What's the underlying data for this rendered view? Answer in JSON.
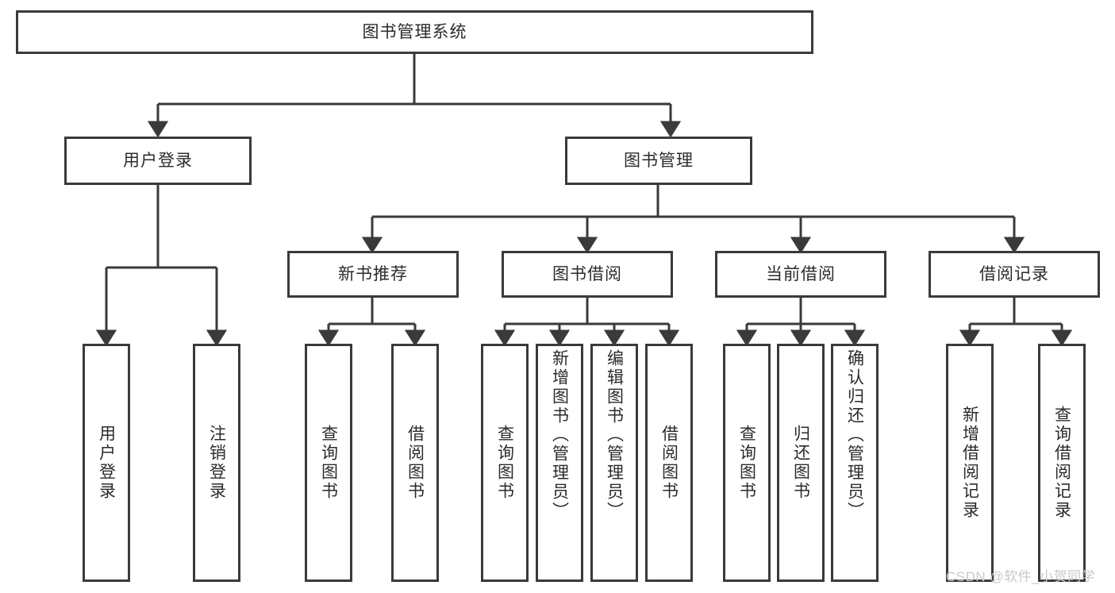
{
  "diagram": {
    "type": "tree-hierarchy-chart",
    "title": "图书管理系统",
    "style": {
      "background": "#ffffff",
      "box_border": "#3a3a3a",
      "box_fill": "#ffffff",
      "text_color": "#2b2b2b",
      "connector_color": "#3a3a3a",
      "watermark_color": "#c9c9c9"
    },
    "root": {
      "id": "root",
      "label": "图书管理系统"
    },
    "level2": [
      {
        "id": "user-login",
        "label": "用户登录"
      },
      {
        "id": "book-manage",
        "label": "图书管理"
      }
    ],
    "level3": [
      {
        "id": "new-book-rec",
        "label": "新书推荐",
        "parent": "book-manage"
      },
      {
        "id": "book-borrow",
        "label": "图书借阅",
        "parent": "book-manage"
      },
      {
        "id": "current-borrow",
        "label": "当前借阅",
        "parent": "book-manage"
      },
      {
        "id": "borrow-record",
        "label": "借阅记录",
        "parent": "book-manage"
      }
    ],
    "leaves": [
      {
        "id": "leaf-user-login",
        "label": "用户登录",
        "parent": "user-login"
      },
      {
        "id": "leaf-logout",
        "label": "注销登录",
        "parent": "user-login"
      },
      {
        "id": "leaf-query-book-1",
        "label": "查询图书",
        "parent": "new-book-rec"
      },
      {
        "id": "leaf-borrow-book-1",
        "label": "借阅图书",
        "parent": "new-book-rec"
      },
      {
        "id": "leaf-query-book-2",
        "label": "查询图书",
        "parent": "book-borrow"
      },
      {
        "id": "leaf-add-book",
        "label": "新增图书（管理员）",
        "parent": "book-borrow"
      },
      {
        "id": "leaf-edit-book",
        "label": "编辑图书（管理员）",
        "parent": "book-borrow"
      },
      {
        "id": "leaf-borrow-book-2",
        "label": "借阅图书",
        "parent": "book-borrow"
      },
      {
        "id": "leaf-query-book-3",
        "label": "查询图书",
        "parent": "current-borrow"
      },
      {
        "id": "leaf-return-book",
        "label": "归还图书",
        "parent": "current-borrow"
      },
      {
        "id": "leaf-confirm-return",
        "label": "确认归还（管理员）",
        "parent": "current-borrow"
      },
      {
        "id": "leaf-add-record",
        "label": "新增借阅记录",
        "parent": "borrow-record"
      },
      {
        "id": "leaf-query-record",
        "label": "查询借阅记录",
        "parent": "borrow-record"
      }
    ],
    "watermark": "CSDN @软件_小贺同学"
  }
}
